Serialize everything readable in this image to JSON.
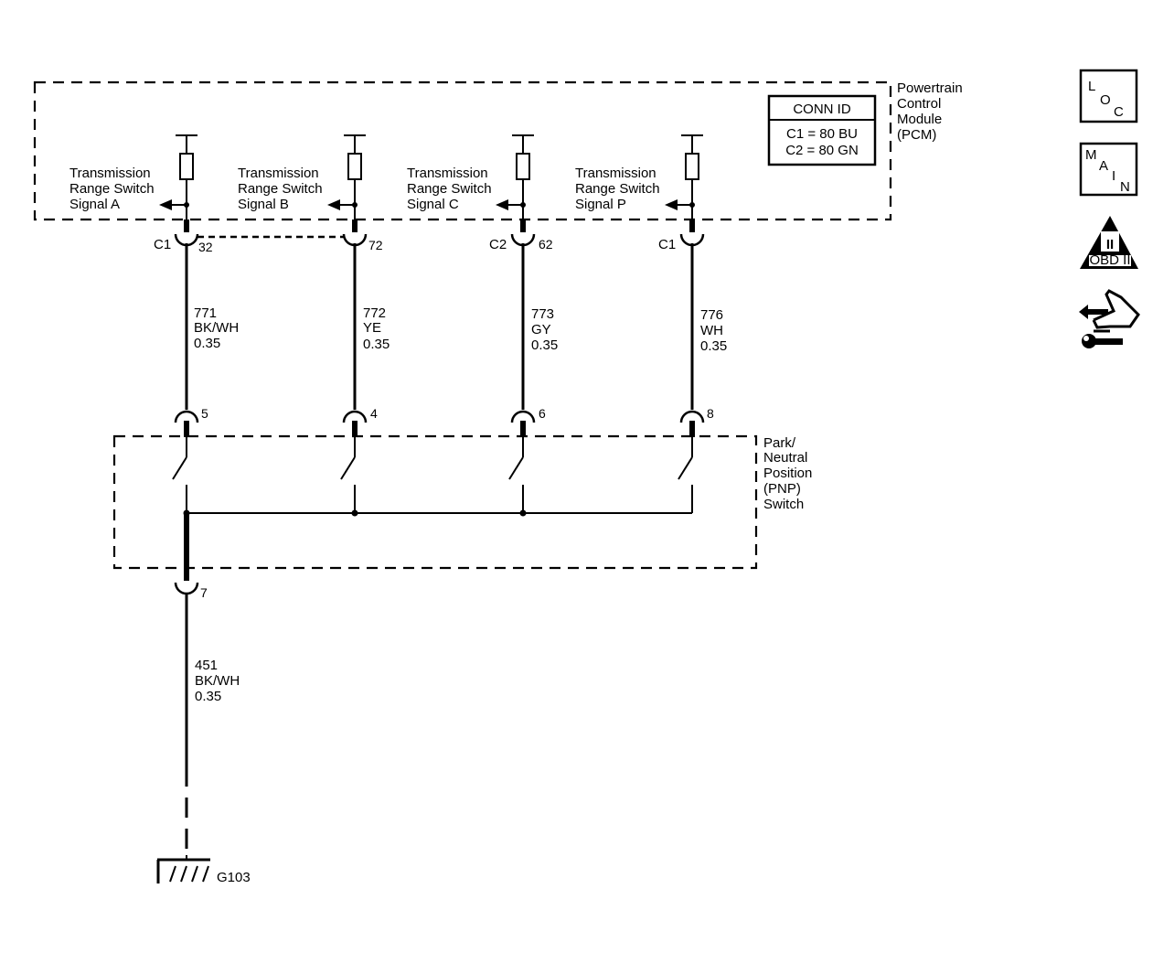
{
  "pcm": {
    "label_lines": [
      "Powertrain",
      "Control",
      "Module",
      "(PCM)"
    ],
    "conn_id": {
      "title": "CONN ID",
      "lines": [
        "C1 = 80 BU",
        "C2 = 80 GN"
      ]
    },
    "signals": [
      {
        "lines": [
          "Transmission",
          "Range Switch",
          "Signal A"
        ],
        "connector": "C1",
        "pin": "32",
        "circuit": "771",
        "color": "BK/WH",
        "gauge": "0.35",
        "switch_pin": "5"
      },
      {
        "lines": [
          "Transmission",
          "Range Switch",
          "Signal B"
        ],
        "connector": "",
        "pin": "72",
        "circuit": "772",
        "color": "YE",
        "gauge": "0.35",
        "switch_pin": "4"
      },
      {
        "lines": [
          "Transmission",
          "Range Switch",
          "Signal C"
        ],
        "connector": "C2",
        "pin": "62",
        "circuit": "773",
        "color": "GY",
        "gauge": "0.35",
        "switch_pin": "6"
      },
      {
        "lines": [
          "Transmission",
          "Range Switch",
          "Signal P"
        ],
        "connector": "C1",
        "pin": "",
        "circuit": "776",
        "color": "WH",
        "gauge": "0.35",
        "switch_pin": "8"
      }
    ]
  },
  "pnp": {
    "label_lines": [
      "Park/",
      "Neutral",
      "Position",
      "(PNP)",
      "Switch"
    ],
    "ground_pin": "7"
  },
  "ground_wire": {
    "circuit": "451",
    "color": "BK/WH",
    "gauge": "0.35"
  },
  "ground": {
    "label": "G103"
  },
  "legend_icons": {
    "loc": [
      "L",
      "O",
      "C"
    ],
    "main": [
      "M",
      "A",
      "I",
      "N"
    ],
    "obd": {
      "top": "II",
      "bottom": "OBD II"
    }
  }
}
